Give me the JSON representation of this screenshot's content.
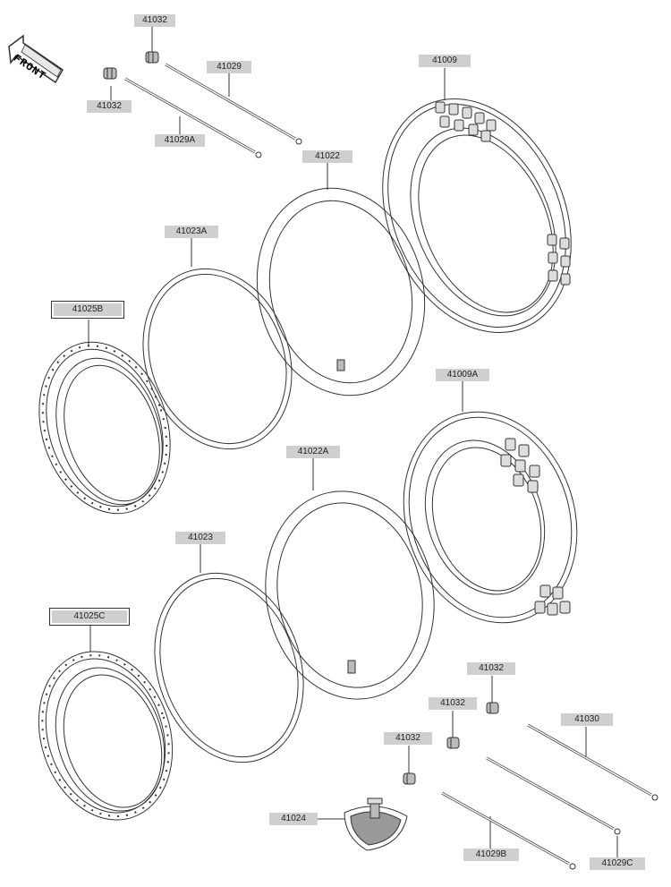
{
  "front_label": "FRONT",
  "parts": {
    "p41032_top": "41032",
    "p41029": "41029",
    "p41032_left": "41032",
    "p41029A": "41029A",
    "p41009": "41009",
    "p41022": "41022",
    "p41023A": "41023A",
    "p41025B": "41025B",
    "p41009A": "41009A",
    "p41022A": "41022A",
    "p41023": "41023",
    "p41025C": "41025C",
    "p41032_r1": "41032",
    "p41032_r2": "41032",
    "p41032_r3": "41032",
    "p41030": "41030",
    "p41024": "41024",
    "p41029B": "41029B",
    "p41029C": "41029C"
  }
}
